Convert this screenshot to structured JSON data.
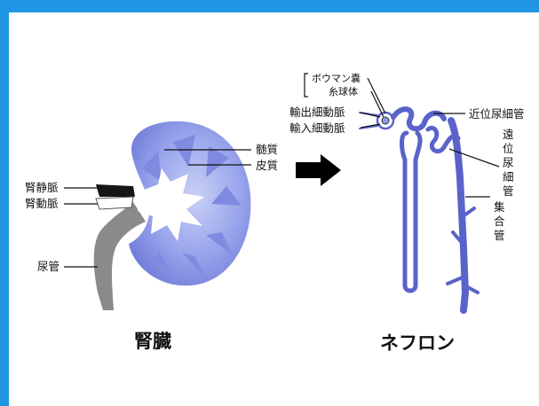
{
  "kidney": {
    "title": "腎臓",
    "labels": {
      "medulla": "髄質",
      "cortex": "皮質",
      "renal_vein": "腎静脈",
      "renal_artery": "腎動脈",
      "ureter": "尿管"
    }
  },
  "nephron": {
    "title": "ネフロン",
    "labels": {
      "bowman_capsule": "ボウマン嚢",
      "glomerulus": "糸球体",
      "efferent_arteriole": "輸出細動脈",
      "afferent_arteriole": "輸入細動脈",
      "proximal_tubule": "近位尿細管",
      "distal_tubule": [
        "遠",
        "位",
        "尿",
        "細",
        "管"
      ],
      "collecting_duct": [
        "集",
        "合",
        "管"
      ]
    }
  },
  "colors": {
    "frame": "#1f95e3",
    "organ": "#8d9ae6",
    "organ_dark": "#5a63c9",
    "ureter": "#8a8a8a",
    "arrow": "#000000"
  }
}
